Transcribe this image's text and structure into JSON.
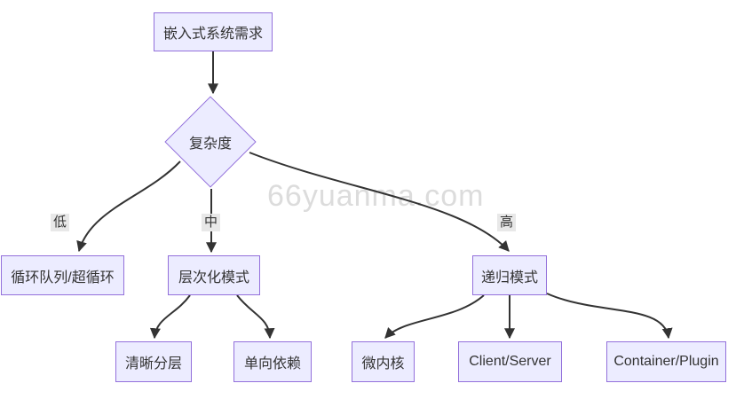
{
  "watermark": "66yuanma.com",
  "colors": {
    "node_fill": "#ECECFF",
    "node_border": "#9370DB",
    "edge": "#333333",
    "edge_label_bg": "#e8e8e8",
    "text": "#333333",
    "watermark": "#d6d6d6"
  },
  "nodes": {
    "root": {
      "label": "嵌入式系统需求"
    },
    "decision": {
      "label": "复杂度"
    },
    "low_target": {
      "label": "循环队列/超循环"
    },
    "mid_target": {
      "label": "层次化模式"
    },
    "high_target": {
      "label": "递归模式"
    },
    "clear_layering": {
      "label": "清晰分层"
    },
    "one_way_dependency": {
      "label": "单向依赖"
    },
    "microkernel": {
      "label": "微内核"
    },
    "client_server": {
      "label": "Client/Server"
    },
    "container_plugin": {
      "label": "Container/Plugin"
    }
  },
  "edge_labels": {
    "low": "低",
    "mid": "中",
    "high": "高"
  }
}
